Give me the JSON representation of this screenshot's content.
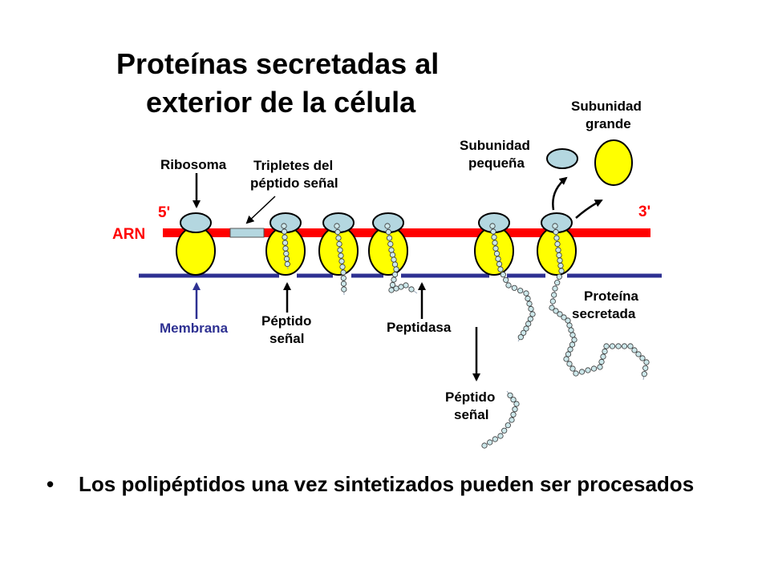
{
  "title": {
    "line1": "Proteínas secretadas al",
    "line2": "exterior de la célula"
  },
  "labels": {
    "ribosoma": "Ribosoma",
    "tripletes_line1": "Tripletes del",
    "tripletes_line2": "péptido señal",
    "subunidad_pequena_line1": "Subunidad",
    "subunidad_pequena_line2": "pequeña",
    "subunidad_grande_line1": "Subunidad",
    "subunidad_grande_line2": "grande",
    "five_prime": "5'",
    "three_prime": "3'",
    "arn": "ARN",
    "membrana": "Membrana",
    "peptido_senal_1_line1": "Péptido",
    "peptido_senal_1_line2": "señal",
    "peptidasa": "Peptidasa",
    "proteina_secretada_line1": "Proteína",
    "proteina_secretada_line2": "secretada",
    "peptido_senal_2_line1": "Péptido",
    "peptido_senal_2_line2": "señal"
  },
  "bullet": {
    "symbol": "•",
    "text": "Los polipéptidos una vez sintetizados pueden ser procesados"
  },
  "colors": {
    "rna": "#ff0000",
    "membrane": "#2e3192",
    "ribosome_large": "#ffff00",
    "ribosome_small": "#b4d7e0",
    "peptide_bead": "#cce7ea",
    "signal_triplets": "#b4d7e0"
  }
}
